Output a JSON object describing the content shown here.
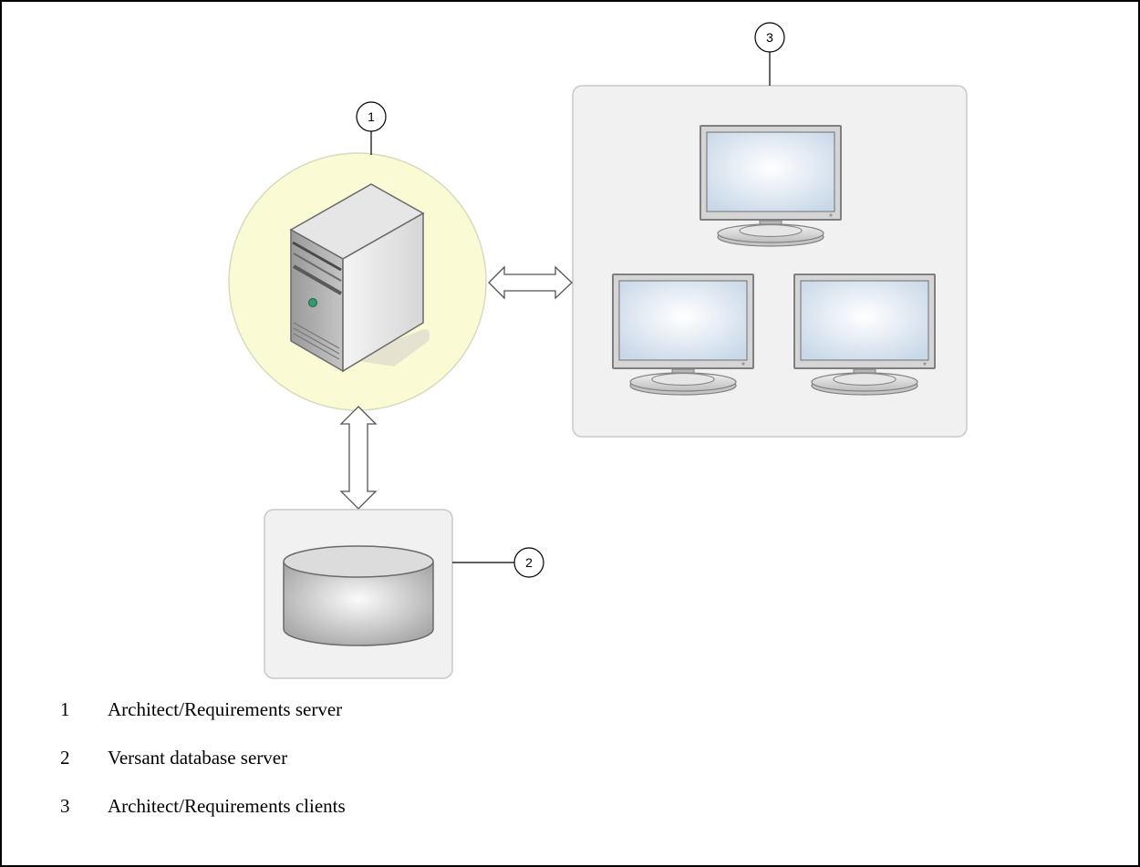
{
  "callouts": [
    {
      "id": "server",
      "label": "1"
    },
    {
      "id": "database",
      "label": "2"
    },
    {
      "id": "clients",
      "label": "3"
    }
  ],
  "legend": [
    {
      "number": "1",
      "text": "Architect/Requirements server"
    },
    {
      "number": "2",
      "text": "Versant database server"
    },
    {
      "number": "3",
      "text": "Architect/Requirements clients"
    }
  ],
  "colors": {
    "server_circle": "#fafad4",
    "panel_fill": "#f1f1f1",
    "panel_border": "#c9c9c9",
    "screen": "#dfe9f4",
    "monitor_frame": "#8c8c8c",
    "callout_stroke": "#000000"
  },
  "icons": [
    "server-tower-icon",
    "database-cylinder-icon",
    "monitor-icon",
    "double-arrow-icon"
  ]
}
